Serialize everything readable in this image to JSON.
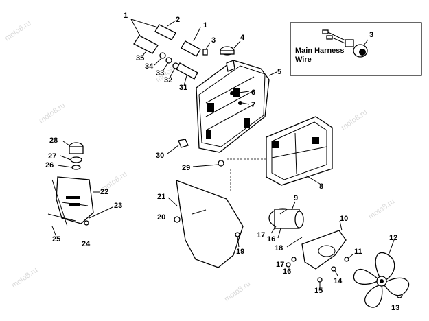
{
  "diagram": {
    "watermark_text": "moto8.ru",
    "inset": {
      "label_line1": "Main Harness",
      "label_line2": "Wire",
      "callout": "3"
    },
    "callouts": {
      "c1": "1",
      "c1b": "1",
      "c2": "2",
      "c3": "3",
      "c4": "4",
      "c5": "5",
      "c6": "6",
      "c7": "7",
      "c8": "8",
      "c9": "9",
      "c10": "10",
      "c11": "11",
      "c12": "12",
      "c13": "13",
      "c14": "14",
      "c15": "15",
      "c16": "16",
      "c16b": "16",
      "c17": "17",
      "c17b": "17",
      "c18": "18",
      "c19": "19",
      "c20": "20",
      "c21": "21",
      "c22": "22",
      "c23": "23",
      "c24": "24",
      "c25": "25",
      "c26": "26",
      "c27": "27",
      "c28": "28",
      "c29": "29",
      "c30": "30",
      "c31": "31",
      "c32": "32",
      "c33": "33",
      "c34": "34",
      "c35": "35"
    }
  }
}
